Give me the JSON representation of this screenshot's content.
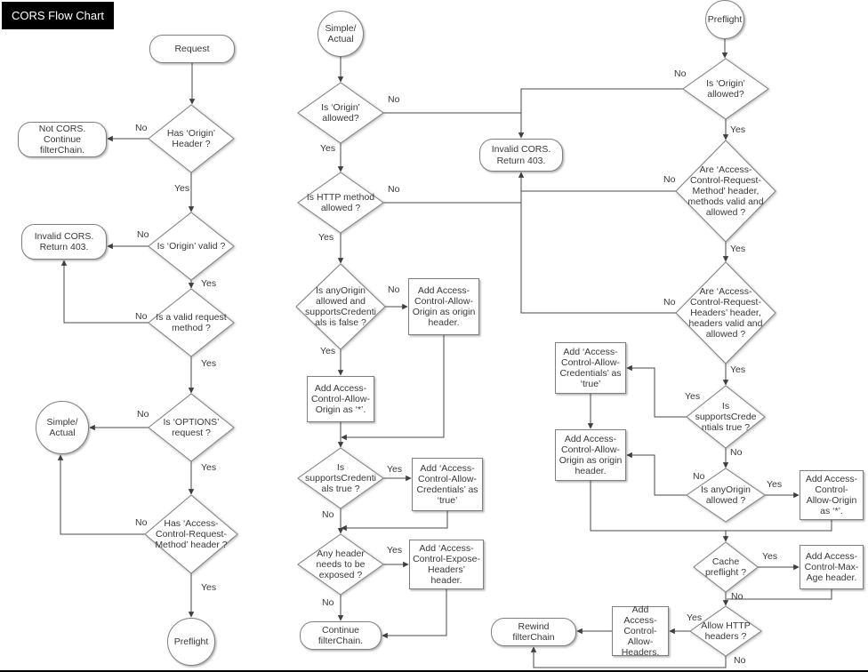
{
  "title": "CORS Flow Chart",
  "labels": {
    "yes": "Yes",
    "no": "No"
  },
  "nodes": {
    "request": "Request",
    "has_origin_header": "Has ‘Origin’ Header ?",
    "not_cors": "Not CORS. Continue filterChain.",
    "is_origin_valid": "Is ‘Origin’ valid ?",
    "invalid_cors_left": "Invalid CORS. Return 403.",
    "is_valid_request_method": "Is a valid request method ?",
    "is_options_request": "Is ‘OPTIONS’ request ?",
    "simple_actual_left": "Simple/ Actual",
    "has_acrm_header": "Has ‘Access-Control-Request-Method’ header ?",
    "preflight_left": "Preflight",
    "simple_actual_mid": "Simple/ Actual",
    "is_origin_allowed_mid": "Is ‘Origin’ allowed?",
    "is_http_method_allowed": "Is HTTP method allowed ?",
    "is_anyorigin_supports_false": "Is anyOrigin allowed and supportsCredentials is false ?",
    "add_acao_origin_mid": "Add Access-Control-Allow-Origin as origin header.",
    "add_acao_star_mid": "Add Access-Control-Allow-Origin as ‘*’.",
    "is_supports_credentials_mid": "Is supportsCredentials true ?",
    "add_acac_true_mid": "Add ‘Access-Control-Allow-Credentials’ as ‘true’",
    "any_header_exposed": "Any header needs to be exposed ?",
    "add_expose_headers": "Add ‘Access-Control-Expose-Headers’ header.",
    "continue_filterchain": "Continue filterChain.",
    "invalid_cors_mid": "Invalid CORS. Return 403.",
    "preflight_right": "Preflight",
    "is_origin_allowed_right": "Is ‘Origin’ allowed?",
    "are_acrm_valid": "Are ‘Access-Control-Request-Method’ header, methods  valid and allowed ?",
    "are_acrh_valid": "Are ‘Access-Control-Request-Headers’ header, headers valid and allowed ?",
    "is_supports_credentials_right": "Is supportsCredentials true ?",
    "add_acac_true_right": "Add ‘Access-Control-Allow-Credentials’ as ‘true’",
    "add_acao_origin_right": "Add Access-Control-Allow-Origin as origin header.",
    "is_anyorigin_allowed": "Is anyOrigin allowed ?",
    "add_acao_star_right": "Add Access-Control-Allow-Origin as ‘*’.",
    "cache_preflight": "Cache preflight ?",
    "add_max_age": "Add Access-Control-Max-Age header.",
    "allow_http_headers": "Allow HTTP headers ?",
    "add_allow_headers": "Add Access-Control-Allow-Headers.",
    "rewind_filterchain": "Rewind filterChain"
  }
}
